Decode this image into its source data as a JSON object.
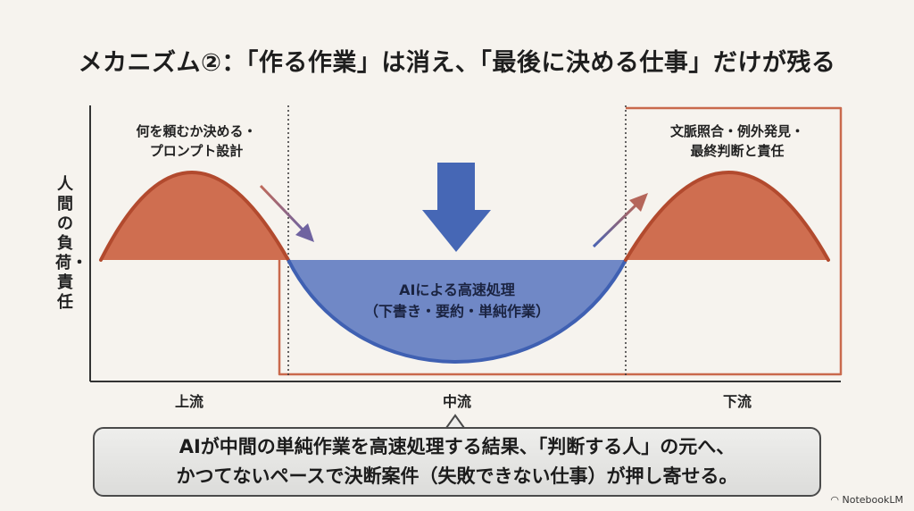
{
  "title": "メカニズム②：「作る作業」は消え、「最後に決める仕事」だけが残る",
  "y_axis_label": "人間の負荷・責任",
  "stages": {
    "upstream": {
      "label": "上流",
      "annotation_line1": "何を頼むか決める・",
      "annotation_line2": "プロンプト設計"
    },
    "midstream": {
      "label": "中流",
      "annotation_line1": "AIによる高速処理",
      "annotation_line2": "（下書き・要約・単純作業）"
    },
    "downstream": {
      "label": "下流",
      "annotation_line1": "文脈照合・例外発見・",
      "annotation_line2": "最終判断と責任"
    }
  },
  "callout": {
    "line1": "AIが中間の単純作業を高速処理する結果、「判断する人」の元へ、",
    "line2": "かつてないペースで決断案件（失敗できない仕事）が押し寄せる。"
  },
  "brand": "NotebookLM",
  "colors": {
    "human_load": "#cf6e50",
    "human_load_edge": "#b24a2e",
    "ai_area": "#7088c6",
    "ai_edge": "#3f60b2",
    "arrow": "#4667b5",
    "box": "#c9694c"
  }
}
